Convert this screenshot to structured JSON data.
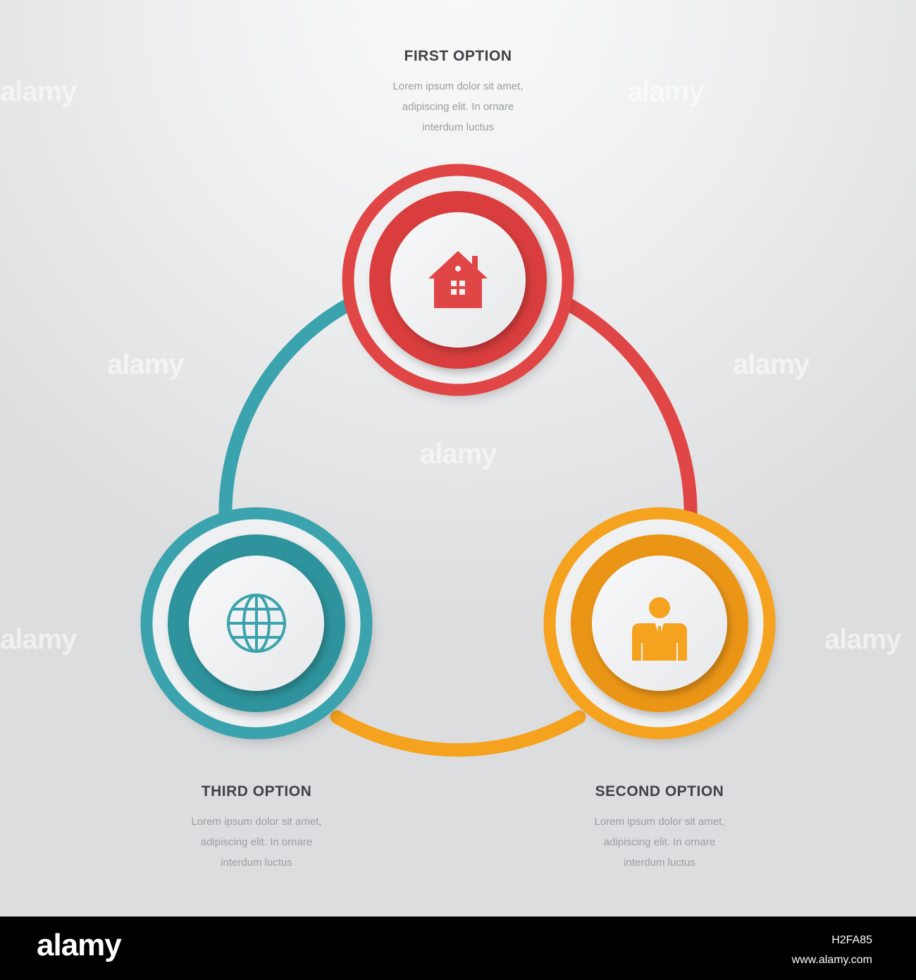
{
  "options": {
    "first": {
      "title": "FIRST OPTION",
      "lines": [
        "Lorem ipsum dolor sit amet,",
        "adipiscing elit. In ornare",
        "interdum luctus"
      ],
      "color": "#e04645",
      "icon": "house-icon"
    },
    "second": {
      "title": "SECOND OPTION",
      "lines": [
        "Lorem ipsum dolor sit amet,",
        "adipiscing elit. In ornare",
        "interdum luctus"
      ],
      "color": "#f5a21e",
      "icon": "businessman-icon"
    },
    "third": {
      "title": "THIRD OPTION",
      "lines": [
        "Lorem ipsum dolor sit amet,",
        "adipiscing elit. In ornare",
        "interdum luctus"
      ],
      "color": "#3aa3ad",
      "icon": "globe-icon"
    }
  },
  "watermark": "alamy",
  "footer": {
    "logo": "alamy",
    "image_id": "H2FA85",
    "site": "www.alamy.com"
  }
}
